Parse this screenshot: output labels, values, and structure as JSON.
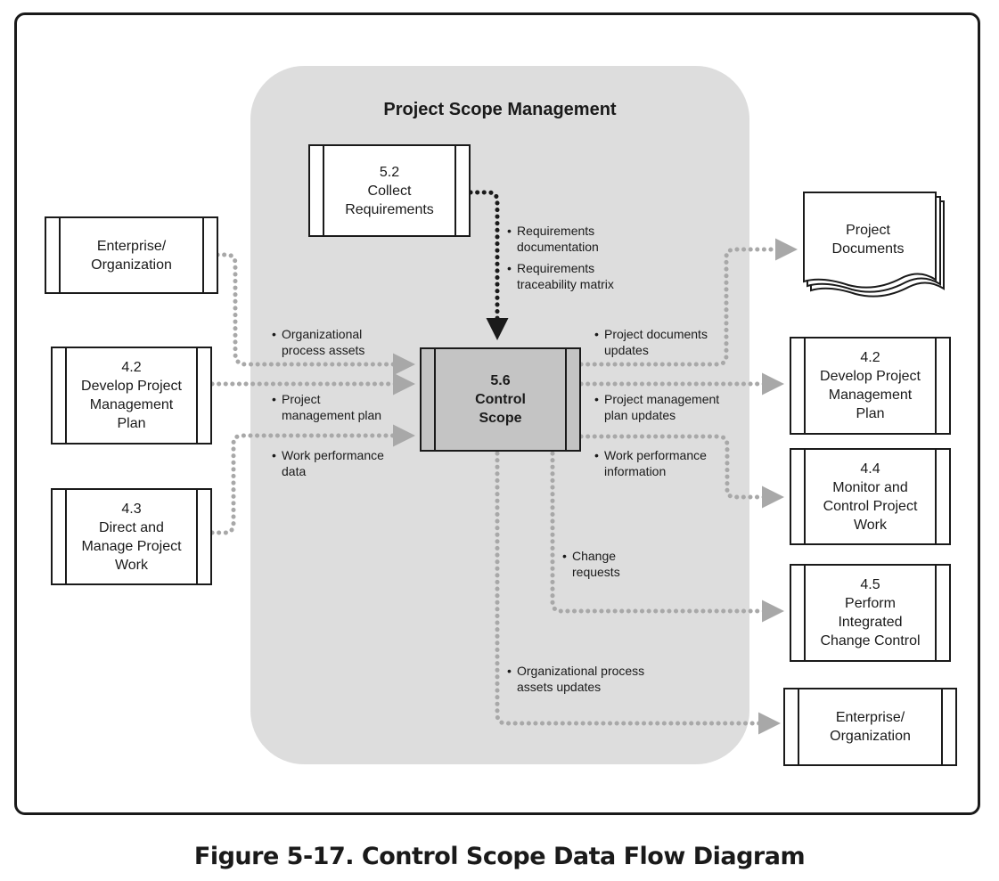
{
  "diagram": {
    "region_title": "Project Scope Management",
    "caption": "Figure 5-17. Control Scope Data Flow Diagram",
    "processes": {
      "collect": [
        "5.2",
        "Collect",
        "Requirements"
      ],
      "control": [
        "5.6",
        "Control",
        "Scope"
      ],
      "ent_in": [
        "Enterprise/",
        "Organization"
      ],
      "dev_in": [
        "4.2",
        "Develop Project",
        "Management",
        "Plan"
      ],
      "direct_in": [
        "4.3",
        "Direct and",
        "Manage Project",
        "Work"
      ],
      "project_docs": [
        "Project",
        "Documents"
      ],
      "dev_out": [
        "4.2",
        "Develop Project",
        "Management",
        "Plan"
      ],
      "monitor_out": [
        "4.4",
        "Monitor and",
        "Control Project",
        "Work"
      ],
      "perform_out": [
        "4.5",
        "Perform",
        "Integrated",
        "Change Control"
      ],
      "ent_out": [
        "Enterprise/",
        "Organization"
      ]
    },
    "labels": {
      "req_doc": [
        "Requirements",
        "documentation"
      ],
      "req_trace": [
        "Requirements",
        "traceability matrix"
      ],
      "opa": [
        "Organizational",
        "process assets"
      ],
      "pmp": [
        "Project",
        "management plan"
      ],
      "wpd": [
        "Work performance",
        "data"
      ],
      "pdu": [
        "Project documents",
        "updates"
      ],
      "pmpu": [
        "Project management",
        "plan updates"
      ],
      "wpi": [
        "Work performance",
        "information"
      ],
      "cr": [
        "Change",
        "requests"
      ],
      "opau": [
        "Organizational process",
        "assets updates"
      ]
    },
    "colors": {
      "region": "#dddddd",
      "main_process": "#c4c4c4",
      "flow_gray": "#a8a8a8",
      "flow_dark": "#1a1a1a"
    }
  }
}
